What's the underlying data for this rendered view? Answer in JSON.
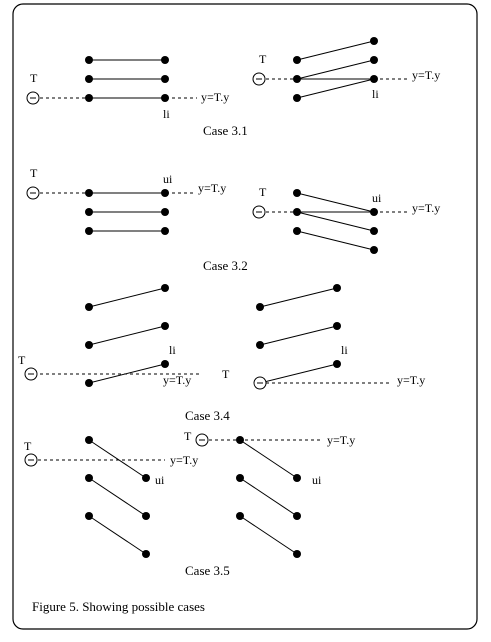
{
  "figure": {
    "caption": "Figure 5. Showing possible cases",
    "colors": {
      "ink": "#000000",
      "background": "#ffffff"
    },
    "labels": {
      "point_t": "T",
      "line_ty": "y=T.y",
      "lower": "li",
      "upper": "ui",
      "minus": "-"
    },
    "cases": {
      "c31": {
        "label": "Case 3.1"
      },
      "c32": {
        "label": "Case 3.2"
      },
      "c34": {
        "label": "Case 3.4"
      },
      "c35": {
        "label": "Case 3.5"
      }
    }
  }
}
